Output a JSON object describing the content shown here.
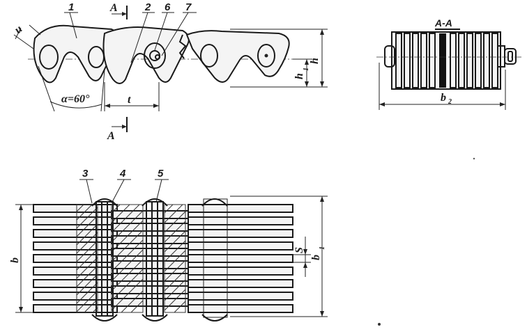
{
  "section_title": "A-A",
  "section_marks": {
    "top": "A",
    "bottom": "A"
  },
  "angle_label": "α=60°",
  "dimensions": {
    "u": "u",
    "t": "t",
    "h": "h",
    "h1_main": "h",
    "h1_sub": "1",
    "b": "b",
    "b1_main": "b",
    "b1_sub": "1",
    "b2_main": "b",
    "b2_sub": "2",
    "s": "S"
  },
  "part_numbers": [
    "1",
    "2",
    "6",
    "7",
    "3",
    "4",
    "5"
  ]
}
